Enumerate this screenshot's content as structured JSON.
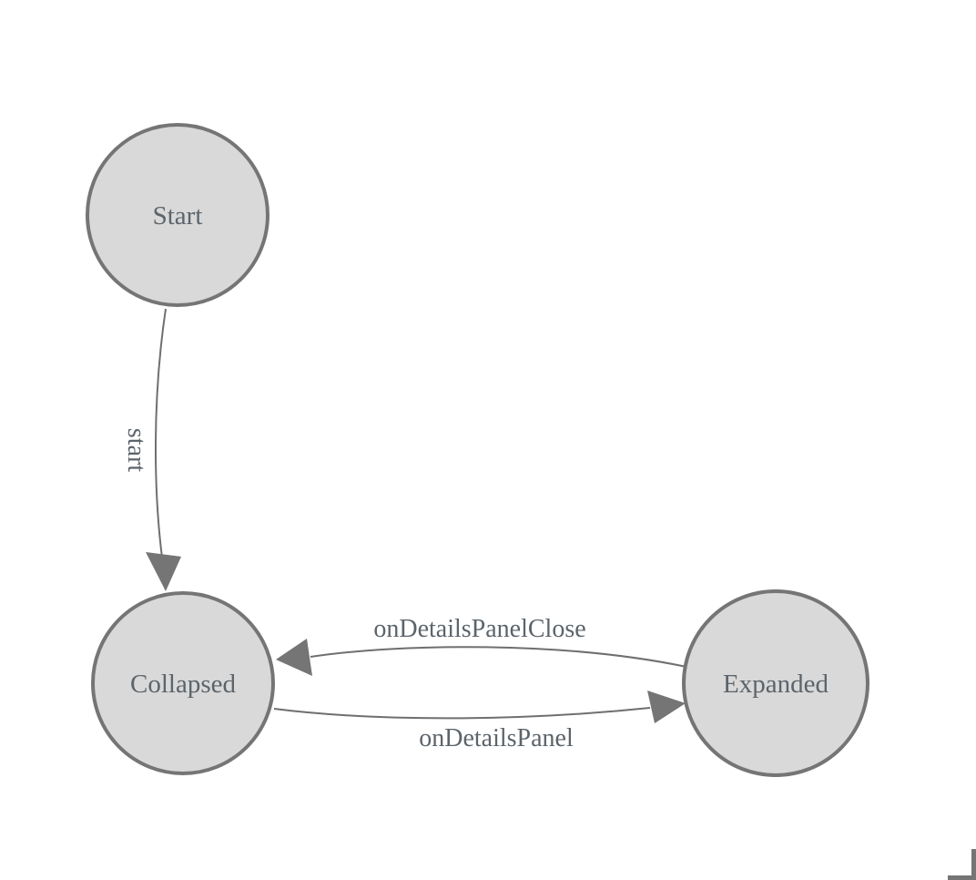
{
  "diagram": {
    "type": "state-machine",
    "background": "#ffffff",
    "colors": {
      "node_fill": "#d9d9d9",
      "node_border": "#757575",
      "edge_line": "#6f6f6f",
      "arrowhead": "#757575",
      "label_text": "#5c646b",
      "corner_mark": "#757575"
    },
    "nodes": [
      {
        "id": "start",
        "label": "Start"
      },
      {
        "id": "collapsed",
        "label": "Collapsed"
      },
      {
        "id": "expanded",
        "label": "Expanded"
      }
    ],
    "edges": [
      {
        "id": "start-to-collapsed",
        "label": "start",
        "from": "Start",
        "to": "Collapsed"
      },
      {
        "id": "expanded-to-collapsed",
        "label": "onDetailsPanelClose",
        "from": "Expanded",
        "to": "Collapsed"
      },
      {
        "id": "collapsed-to-expanded",
        "label": "onDetailsPanel",
        "from": "Collapsed",
        "to": "Expanded"
      }
    ]
  }
}
